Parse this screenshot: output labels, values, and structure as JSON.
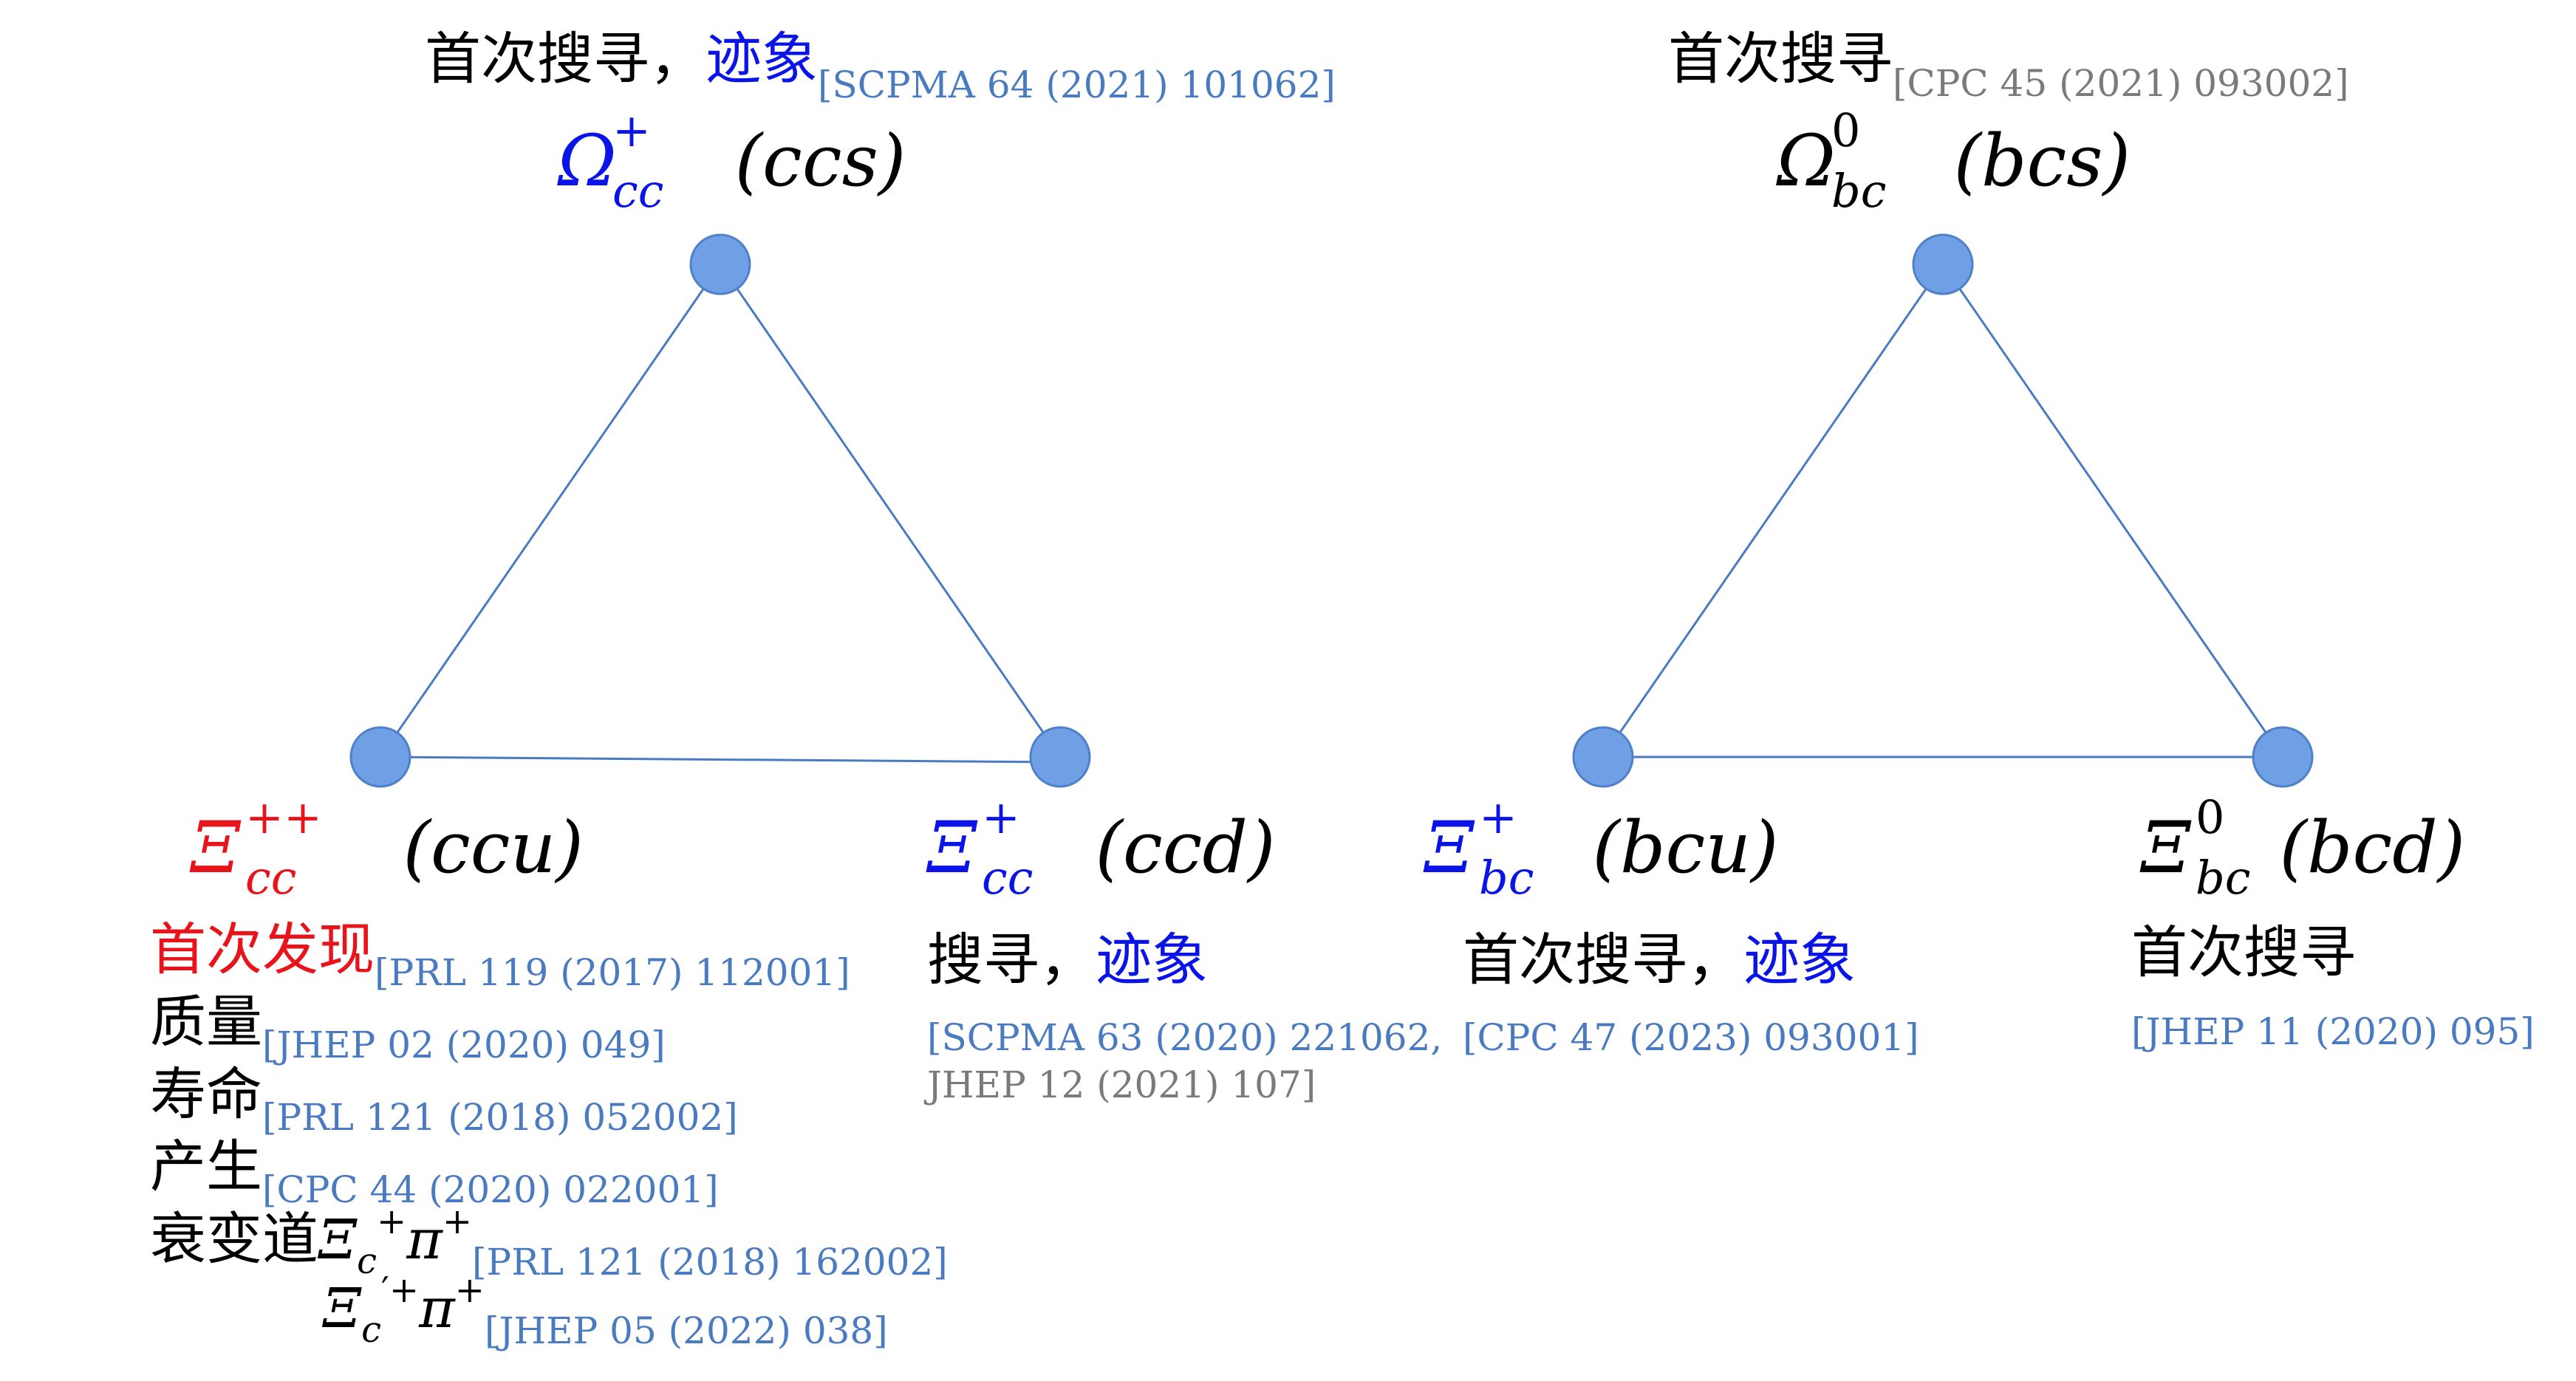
{
  "diagram_1": {
    "top": {
      "status_a": "首次搜寻，",
      "status_b": "迹象",
      "ref": "[SCPMA 64 (2021) 101062]",
      "symbol": "Ω",
      "sub": "cc",
      "sup": "+",
      "quarks": "(ccs)"
    },
    "left": {
      "symbol": "Ξ",
      "sub": "cc",
      "sup": "++",
      "quarks": "(ccu)",
      "discovery": "首次发现",
      "discovery_ref": "[PRL 119 (2017) 112001]",
      "items": [
        {
          "label": "质量",
          "ref": "[JHEP 02 (2020) 049]"
        },
        {
          "label": "寿命",
          "ref": "[PRL 121 (2018) 052002]"
        },
        {
          "label": "产生",
          "ref": "[CPC 44 (2020) 022001]"
        }
      ],
      "decay_label": "衰变道",
      "decay1": {
        "a": "Ξ",
        "a_sub": "c",
        "a_sup": "+",
        "b": "π",
        "b_sup": "+",
        "ref": "[PRL 121 (2018) 162002]"
      },
      "decay2": {
        "a": "Ξ",
        "a_sub": "c",
        "a_sup": "′+",
        "b": "π",
        "b_sup": "+",
        "ref": "[JHEP 05 (2022) 038]"
      }
    },
    "right": {
      "symbol": "Ξ",
      "sub": "cc",
      "sup": "+",
      "quarks": "(ccd)",
      "status_a": "搜寻，",
      "status_b": "迹象",
      "ref1": "[SCPMA 63 (2020) 221062,",
      "ref2": "JHEP 12 (2021) 107]"
    }
  },
  "diagram_2": {
    "top": {
      "status": "首次搜寻",
      "ref": "[CPC 45 (2021) 093002]",
      "symbol": "Ω",
      "sub": "bc",
      "sup": "0",
      "quarks": "(bcs)"
    },
    "left": {
      "symbol": "Ξ",
      "sub": "bc",
      "sup": "+",
      "quarks": "(bcu)",
      "status_a": "首次搜寻，",
      "status_b": "迹象",
      "ref": "[CPC 47 (2023) 093001]"
    },
    "right": {
      "symbol": "Ξ",
      "sub": "bc",
      "sup": "0",
      "quarks": "(bcd)",
      "status": "首次搜寻",
      "ref": "[JHEP 11 (2020) 095]"
    }
  },
  "colors": {
    "edge": "#4a7bc0",
    "node": "#6f9fe4",
    "reference": "#4a7bc0",
    "reference_gray": "#7a7a7a",
    "evidence_blue": "#0a14e6",
    "discovery_red": "#e8141c"
  }
}
